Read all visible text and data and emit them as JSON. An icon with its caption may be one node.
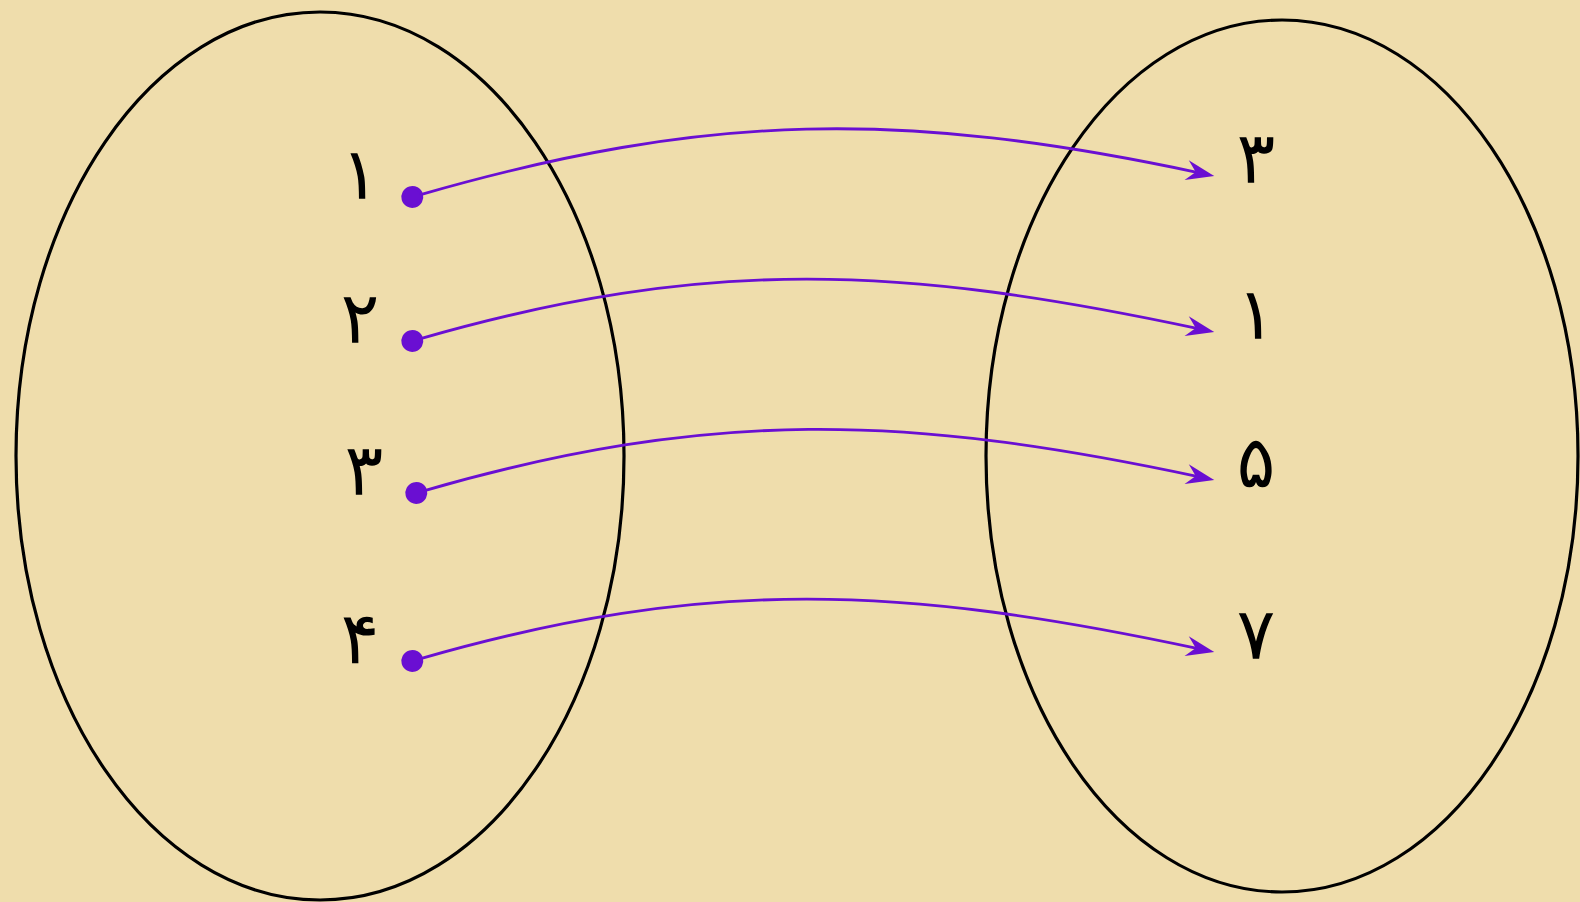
{
  "diagram": {
    "nodes": [
      {
        "text": [],
        "shape": "ellipse"
      },
      {
        "text": [
          "۱"
        ],
        "in": 0
      },
      {
        "text": [
          "۲"
        ],
        "in": 0
      },
      {
        "text": [
          "۳"
        ],
        "in": 0
      },
      {
        "text": [
          "۴"
        ],
        "in": 0
      },
      {
        "text": [],
        "shape": "ellipse"
      },
      {
        "text": [
          "۳"
        ],
        "in": 5
      },
      {
        "text": [
          "۱"
        ],
        "in": 5
      },
      {
        "text": [
          "۵"
        ],
        "in": 5
      },
      {
        "text": [
          "۷"
        ],
        "in": 5
      }
    ],
    "edges": [
      {
        "from": 1,
        "to": 6,
        "arrow": "to",
        "color": "#6a0fd2"
      },
      {
        "from": 2,
        "to": 7,
        "arrow": "to",
        "color": "#6a0fd2"
      },
      {
        "from": 3,
        "to": 8,
        "arrow": "to",
        "color": "#6a0fd2"
      },
      {
        "from": 4,
        "to": 9,
        "arrow": "to",
        "color": "#6a0fd2"
      }
    ]
  }
}
